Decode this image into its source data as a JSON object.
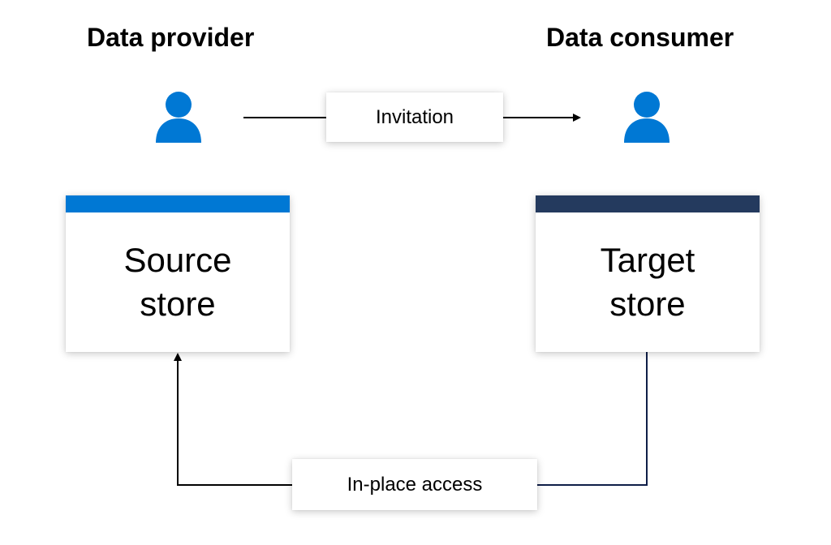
{
  "provider": {
    "heading": "Data provider",
    "icon": "person-icon",
    "icon_color": "#0078d4"
  },
  "consumer": {
    "heading": "Data consumer",
    "icon": "person-icon",
    "icon_color": "#0078d4"
  },
  "invitation": {
    "label": "Invitation",
    "arrow_color": "#000000"
  },
  "source_store": {
    "label": "Source\nstore",
    "bar_color": "#0078d4"
  },
  "target_store": {
    "label": "Target\nstore",
    "bar_color": "#243a5e"
  },
  "access": {
    "label": "In-place access",
    "line_color_consumer_side": "#0f1e48",
    "line_color_provider_side": "#000000"
  }
}
